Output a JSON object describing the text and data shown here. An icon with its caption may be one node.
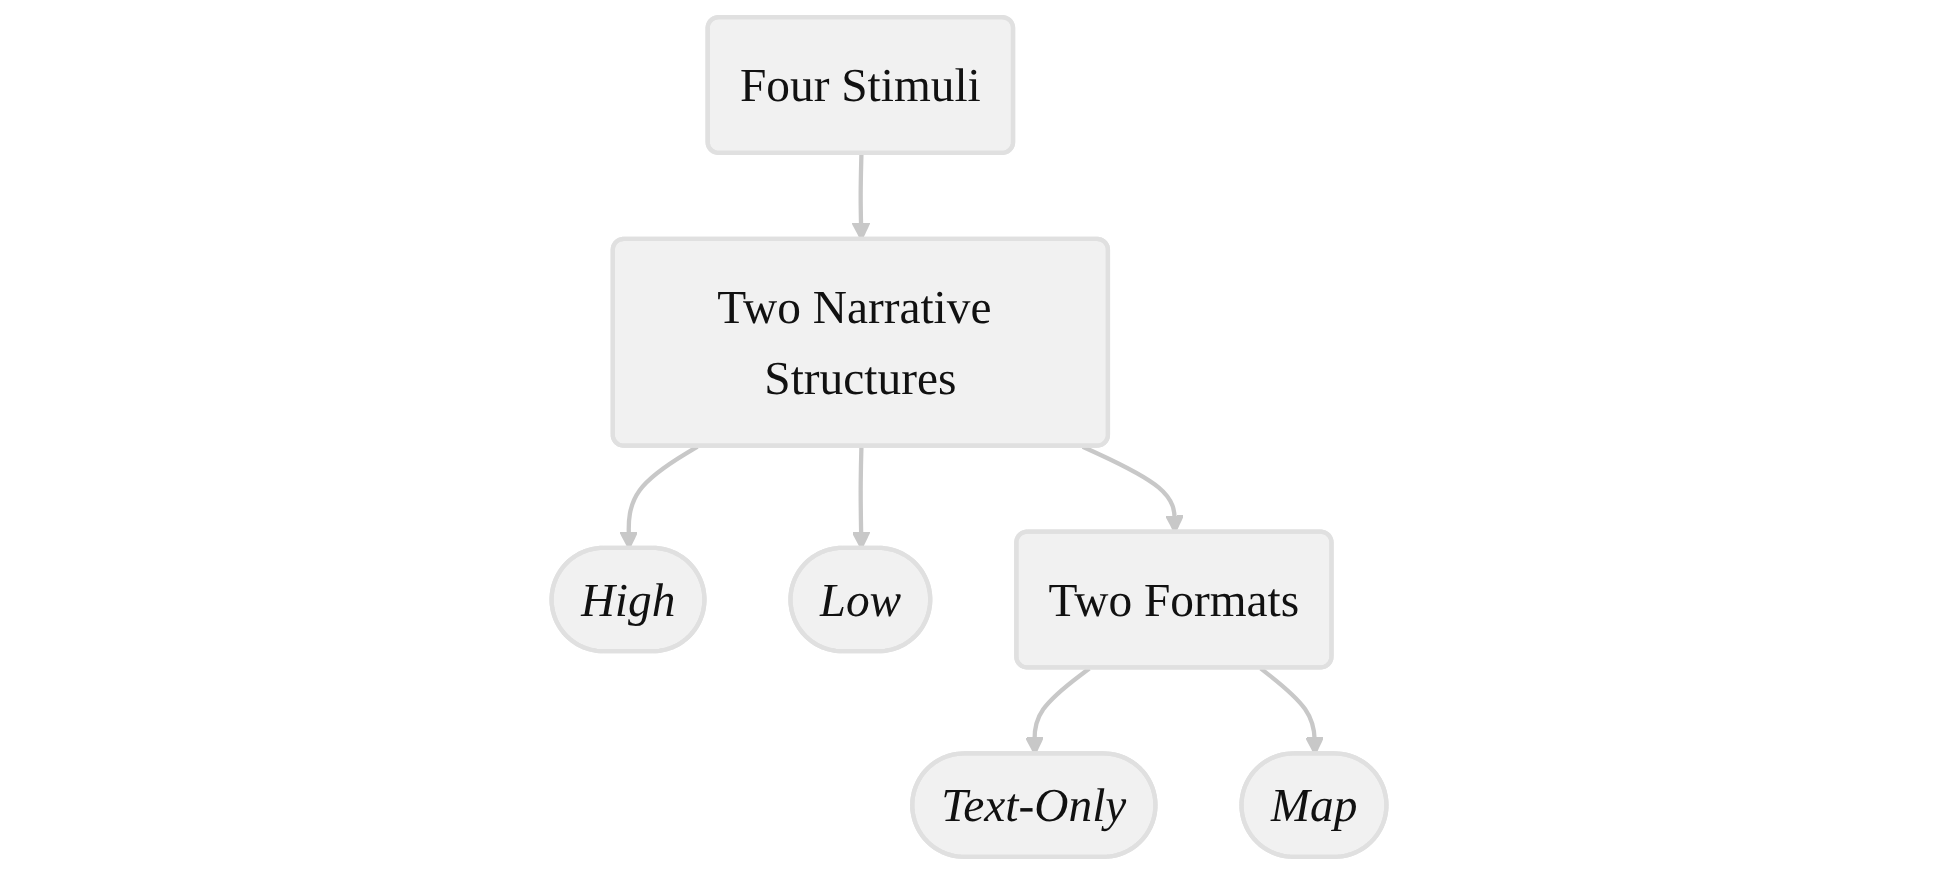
{
  "diagram": {
    "nodes": [
      {
        "text": [
          "Four Stimuli"
        ]
      },
      {
        "text": [
          "High"
        ]
      },
      {
        "text": [
          "Two Narrative Structures"
        ]
      },
      {
        "text": [
          "Low"
        ]
      },
      {
        "text": [
          "Text-Only"
        ]
      },
      {
        "text": [
          "Two Formats"
        ]
      },
      {
        "text": [
          "Map"
        ]
      }
    ],
    "edges": [
      {
        "from": 0,
        "to": 2,
        "arrow": "to"
      },
      {
        "from": 2,
        "to": 1,
        "arrow": "to"
      },
      {
        "from": 2,
        "to": 3,
        "arrow": "to"
      },
      {
        "from": 2,
        "to": 5,
        "arrow": "to"
      },
      {
        "from": 5,
        "to": 4,
        "arrow": "to"
      },
      {
        "from": 5,
        "to": 6,
        "arrow": "to"
      }
    ]
  }
}
